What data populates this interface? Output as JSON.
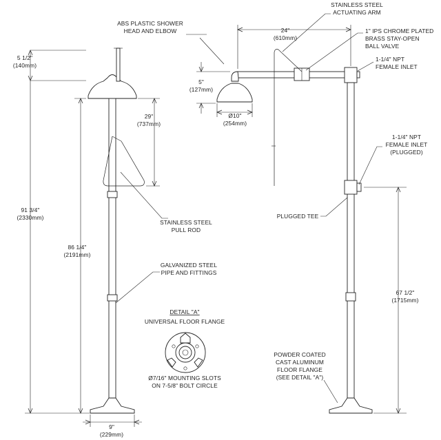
{
  "labels": {
    "abs_head": [
      "ABS PLASTIC SHOWER",
      "HEAD AND ELBOW"
    ],
    "pull_rod": [
      "STAINLESS STEEL",
      "PULL ROD"
    ],
    "galv_pipe": [
      "GALVANIZED STEEL",
      "PIPE AND FITTINGS"
    ],
    "detail_title": "DETAIL \"A\"",
    "detail_sub": "UNIVERSAL FLOOR FLANGE",
    "mount_slots": [
      "Ø7/16\" MOUNTING SLOTS",
      "ON 7-5/8\" BOLT CIRCLE"
    ],
    "actuating_arm": [
      "STAINLESS STEEL",
      "ACTUATING ARM"
    ],
    "ball_valve": [
      "1\" IPS CHROME PLATED",
      "BRASS STAY-OPEN",
      "BALL VALVE"
    ],
    "female_inlet_top": [
      "1-1/4\" NPT",
      "FEMALE INLET"
    ],
    "female_inlet_plugged": [
      "1-1/4\" NPT",
      "FEMALE INLET",
      "(PLUGGED)"
    ],
    "plugged_tee": "PLUGGED TEE",
    "floor_flange": [
      "POWDER COATED",
      "CAST ALUMINUM",
      "FLOOR FLANGE",
      "(SEE DETAIL \"A\")"
    ]
  },
  "dimensions": {
    "d_5_5": [
      "5 1/2\"",
      "(140mm)"
    ],
    "d_29": [
      "29\"",
      "(737mm)"
    ],
    "d_91": [
      "91 3/4\"",
      "(2330mm)"
    ],
    "d_86": [
      "86 1/4\"",
      "(2191mm)"
    ],
    "d_9": [
      "9\"",
      "(229mm)"
    ],
    "d_24": [
      "24\"",
      "(610mm)"
    ],
    "d_5": [
      "5\"",
      "(127mm)"
    ],
    "d_10": [
      "Ø10\"",
      "(254mm)"
    ],
    "d_67": [
      "67 1/2\"",
      "(1715mm)"
    ]
  }
}
